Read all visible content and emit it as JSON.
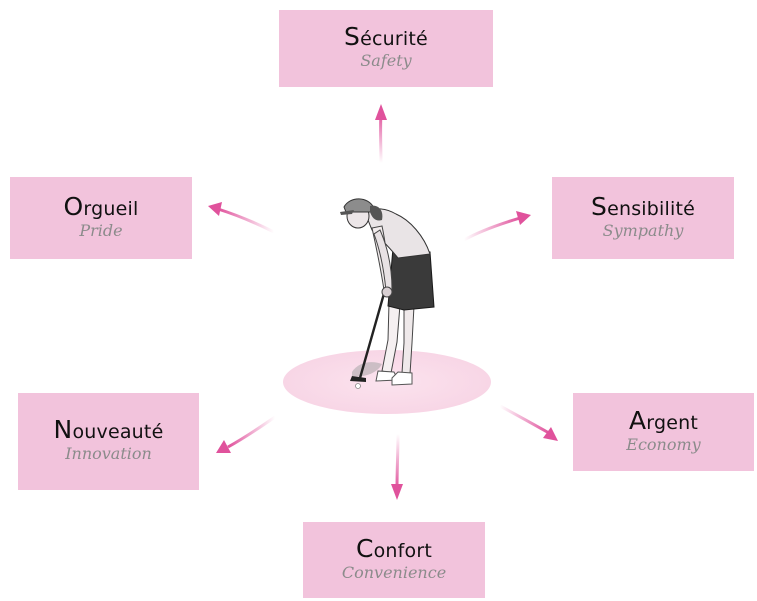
{
  "boxes": {
    "securite": {
      "initial": "S",
      "rest": "écurité",
      "subtitle": "Safety"
    },
    "orgueil": {
      "initial": "O",
      "rest": "rgueil",
      "subtitle": "Pride"
    },
    "sensibilite": {
      "initial": "S",
      "rest": "ensibilité",
      "subtitle": "Sympathy"
    },
    "nouveaute": {
      "initial": "N",
      "rest": "ouveauté",
      "subtitle": "Innovation"
    },
    "argent": {
      "initial": "A",
      "rest": "rgent",
      "subtitle": "Economy"
    },
    "confort": {
      "initial": "C",
      "rest": "onfort",
      "subtitle": "Convenience"
    }
  },
  "colors": {
    "box_fill": "#f2c3dc",
    "arrow": "#e0529c",
    "ellipse": "#fbe3ee"
  },
  "icons": {
    "center": "golfer-putting-illustration",
    "arrows": "arrow-icon"
  }
}
